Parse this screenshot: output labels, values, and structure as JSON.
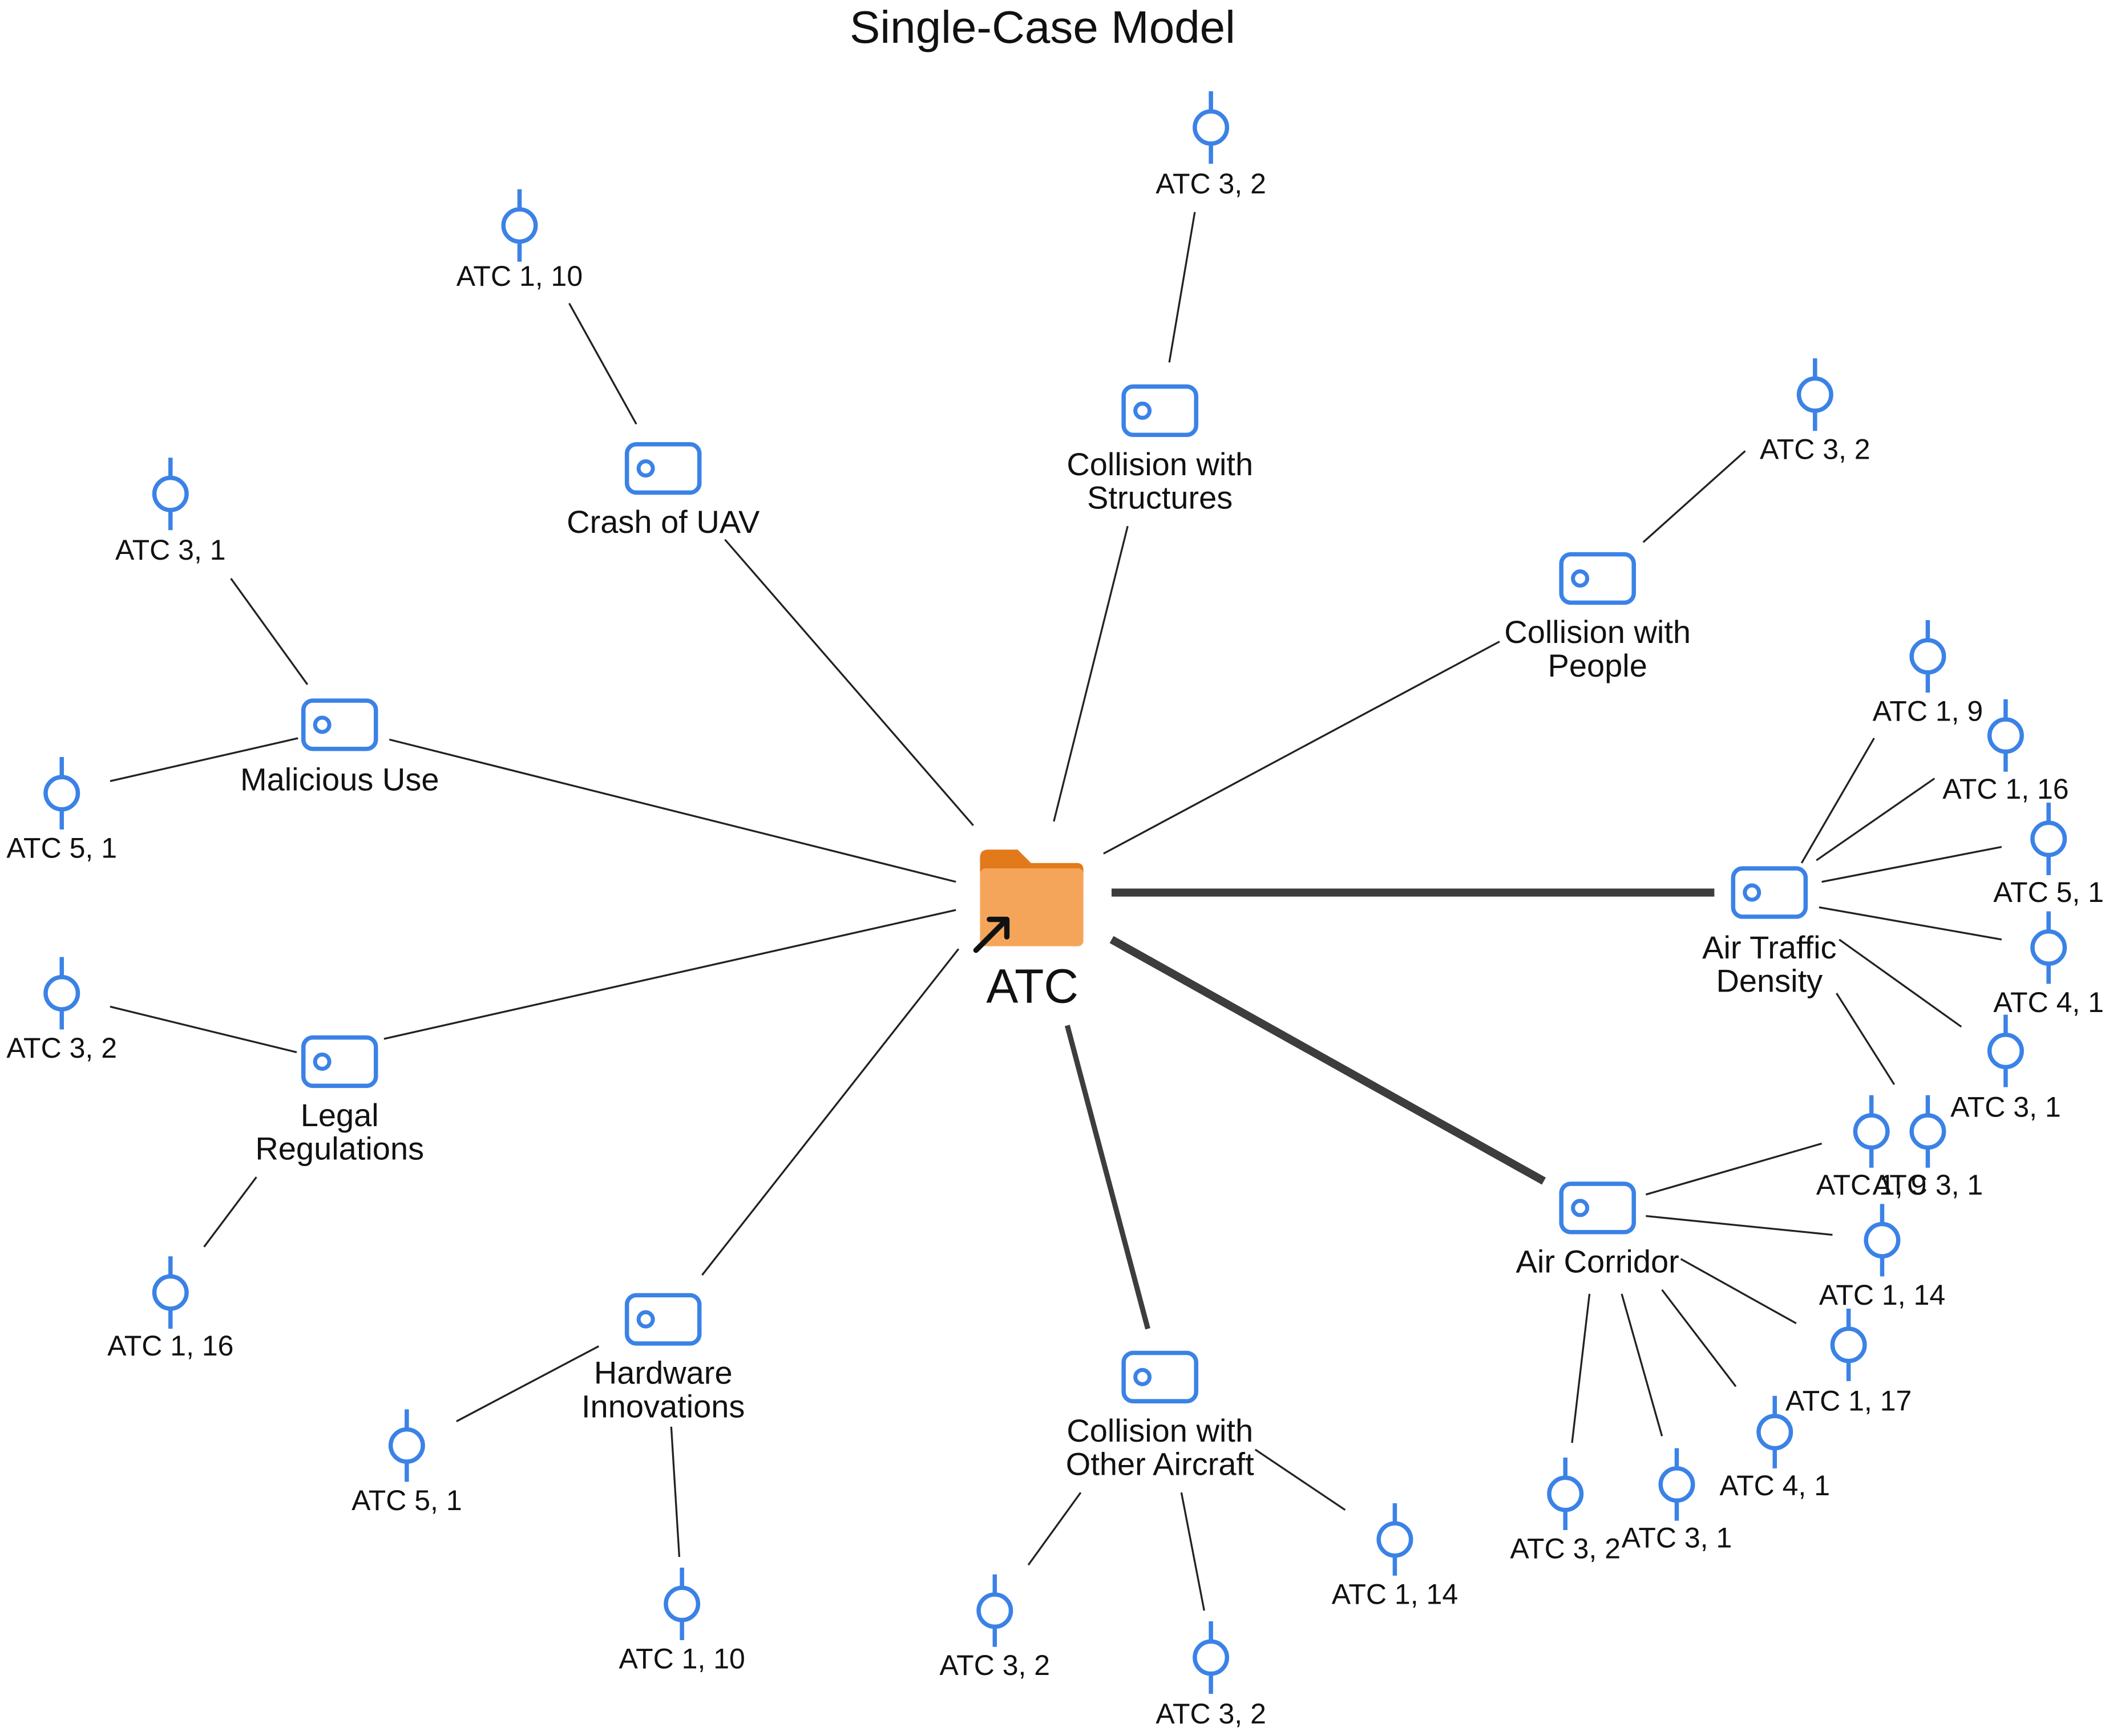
{
  "title": "Single-Case Model",
  "case": {
    "label": "ATC",
    "icon": "folder-shortcut-icon"
  },
  "colors": {
    "code": "#3b82e6",
    "folder": "#f5a55a",
    "folder_dark": "#e27a1c",
    "edge": "#222222",
    "strong_edge": "#3d3d3d"
  },
  "codes": [
    {
      "id": "crash",
      "label": [
        "Crash of UAV"
      ],
      "icon": "code-icon",
      "refs": [
        {
          "label": "ATC 1, 10"
        }
      ]
    },
    {
      "id": "structures",
      "label": [
        "Collision with",
        "Structures"
      ],
      "icon": "code-icon",
      "refs": [
        {
          "label": "ATC 3, 2"
        }
      ]
    },
    {
      "id": "people",
      "label": [
        "Collision with",
        "People"
      ],
      "icon": "code-icon",
      "refs": [
        {
          "label": "ATC 3, 2"
        }
      ]
    },
    {
      "id": "malicious",
      "label": [
        "Malicious Use"
      ],
      "icon": "code-icon",
      "refs": [
        {
          "label": "ATC 3, 1"
        },
        {
          "label": "ATC 5, 1"
        }
      ]
    },
    {
      "id": "legal",
      "label": [
        "Legal",
        "Regulations"
      ],
      "icon": "code-icon",
      "refs": [
        {
          "label": "ATC 3, 2"
        },
        {
          "label": "ATC 1, 16"
        }
      ]
    },
    {
      "id": "hardware",
      "label": [
        "Hardware",
        "Innovations"
      ],
      "icon": "code-icon",
      "refs": [
        {
          "label": "ATC 5, 1"
        },
        {
          "label": "ATC 1, 10"
        }
      ]
    },
    {
      "id": "aircraft",
      "label": [
        "Collision with",
        "Other Aircraft"
      ],
      "icon": "code-icon",
      "refs": [
        {
          "label": "ATC 3, 2"
        },
        {
          "label": "ATC 3, 2"
        },
        {
          "label": "ATC 1, 14"
        }
      ]
    },
    {
      "id": "density",
      "label": [
        "Air Traffic",
        "Density"
      ],
      "icon": "code-icon",
      "refs": [
        {
          "label": "ATC 1, 9"
        },
        {
          "label": "ATC 1, 16"
        },
        {
          "label": "ATC 5, 1"
        },
        {
          "label": "ATC 4, 1"
        },
        {
          "label": "ATC 3, 1"
        },
        {
          "label": "ATC 3, 1"
        }
      ]
    },
    {
      "id": "corridor",
      "label": [
        "Air Corridor"
      ],
      "icon": "code-icon",
      "refs": [
        {
          "label": "ATC 1, 9"
        },
        {
          "label": "ATC 1, 14"
        },
        {
          "label": "ATC 1, 17"
        },
        {
          "label": "ATC 4, 1"
        },
        {
          "label": "ATC 3, 1"
        },
        {
          "label": "ATC 3, 2"
        }
      ]
    }
  ]
}
